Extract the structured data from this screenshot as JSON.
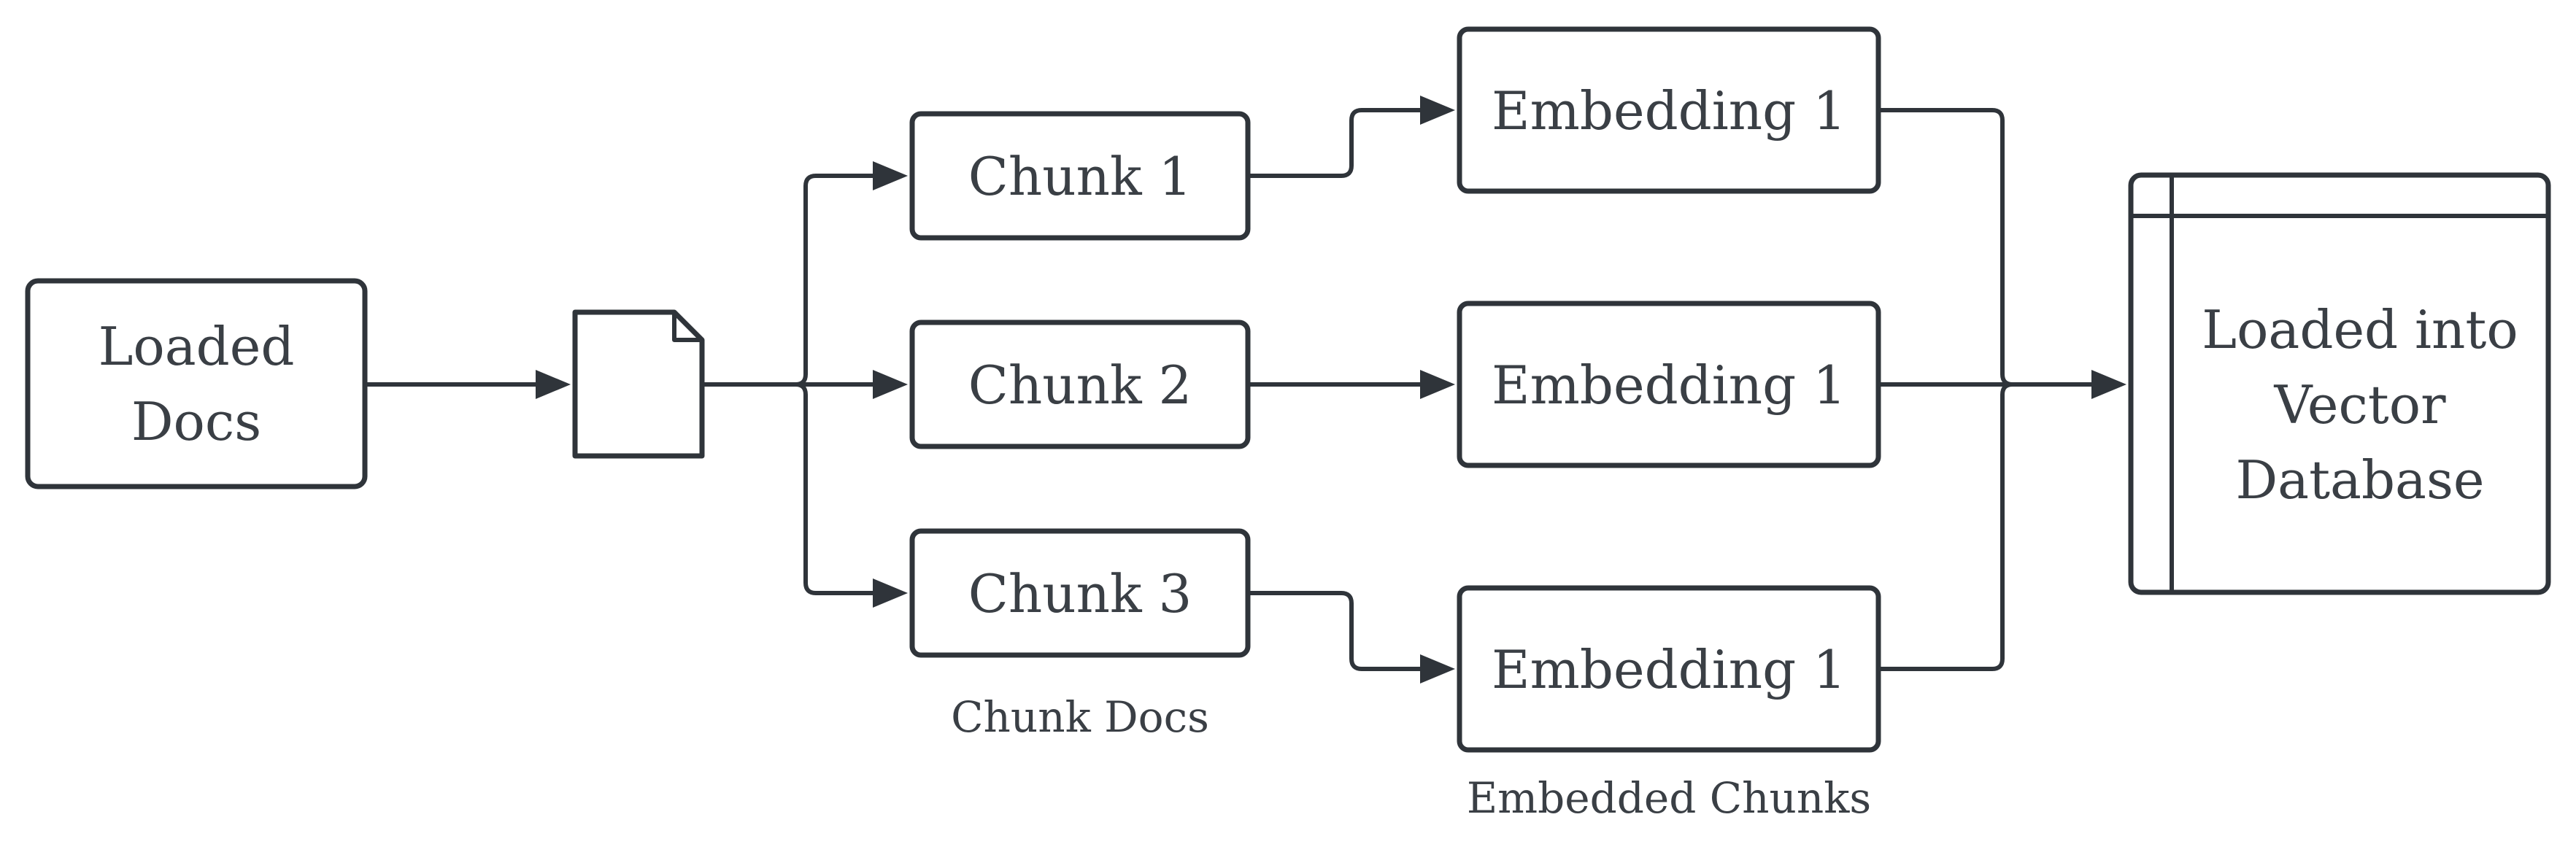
{
  "nodes": {
    "loaded_docs": {
      "line1": "Loaded",
      "line2": "Docs"
    },
    "chunk_1": "Chunk 1",
    "chunk_2": "Chunk 2",
    "chunk_3": "Chunk 3",
    "embedding_top": "Embedding 1",
    "embedding_middle": "Embedding 1",
    "embedding_bottom": "Embedding 1",
    "vector_db": {
      "line1": "Loaded into",
      "line2": "Vector",
      "line3": "Database"
    }
  },
  "captions": {
    "chunk_docs": "Chunk Docs",
    "embedded_chunks": "Embedded Chunks"
  },
  "colors": {
    "stroke": "#2f343a",
    "text": "#3a3f45",
    "background": "#ffffff"
  },
  "icons": {
    "document": "document-icon"
  }
}
